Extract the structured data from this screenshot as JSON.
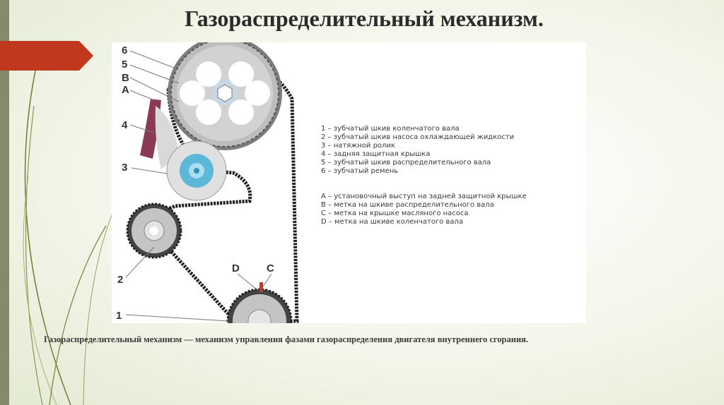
{
  "slide": {
    "title": "Газораспределительный механизм.",
    "caption": "Газораспределительный механизм — механизм управления фазами газораспределения двигателя внутреннего сгорания."
  },
  "diagram": {
    "callouts": [
      "6",
      "5",
      "B",
      "A",
      "4",
      "3",
      "2",
      "D",
      "C",
      "1"
    ],
    "legend_numbers": [
      "1 – зубчатый шкив коленчатого вала",
      "2 – зубчатый шкив насоса охлаждающей жидкости",
      "3 – натяжной ролик",
      "4 – задняя защитная крышка",
      "5 – зубчатый шкив распределительного вала",
      "6 – зубчатый ремень"
    ],
    "legend_letters": [
      "А – установочный выступ на задней защитной крышке",
      "В – метка на шкиве распределительного вала",
      "С – метка на крышке масляного насоса",
      "D – метка на шкиве коленчатого вала"
    ]
  },
  "colors": {
    "accent_arrow": "#c0391e",
    "side_bar": "#858a6a",
    "tensioner": "#5db8d8"
  }
}
